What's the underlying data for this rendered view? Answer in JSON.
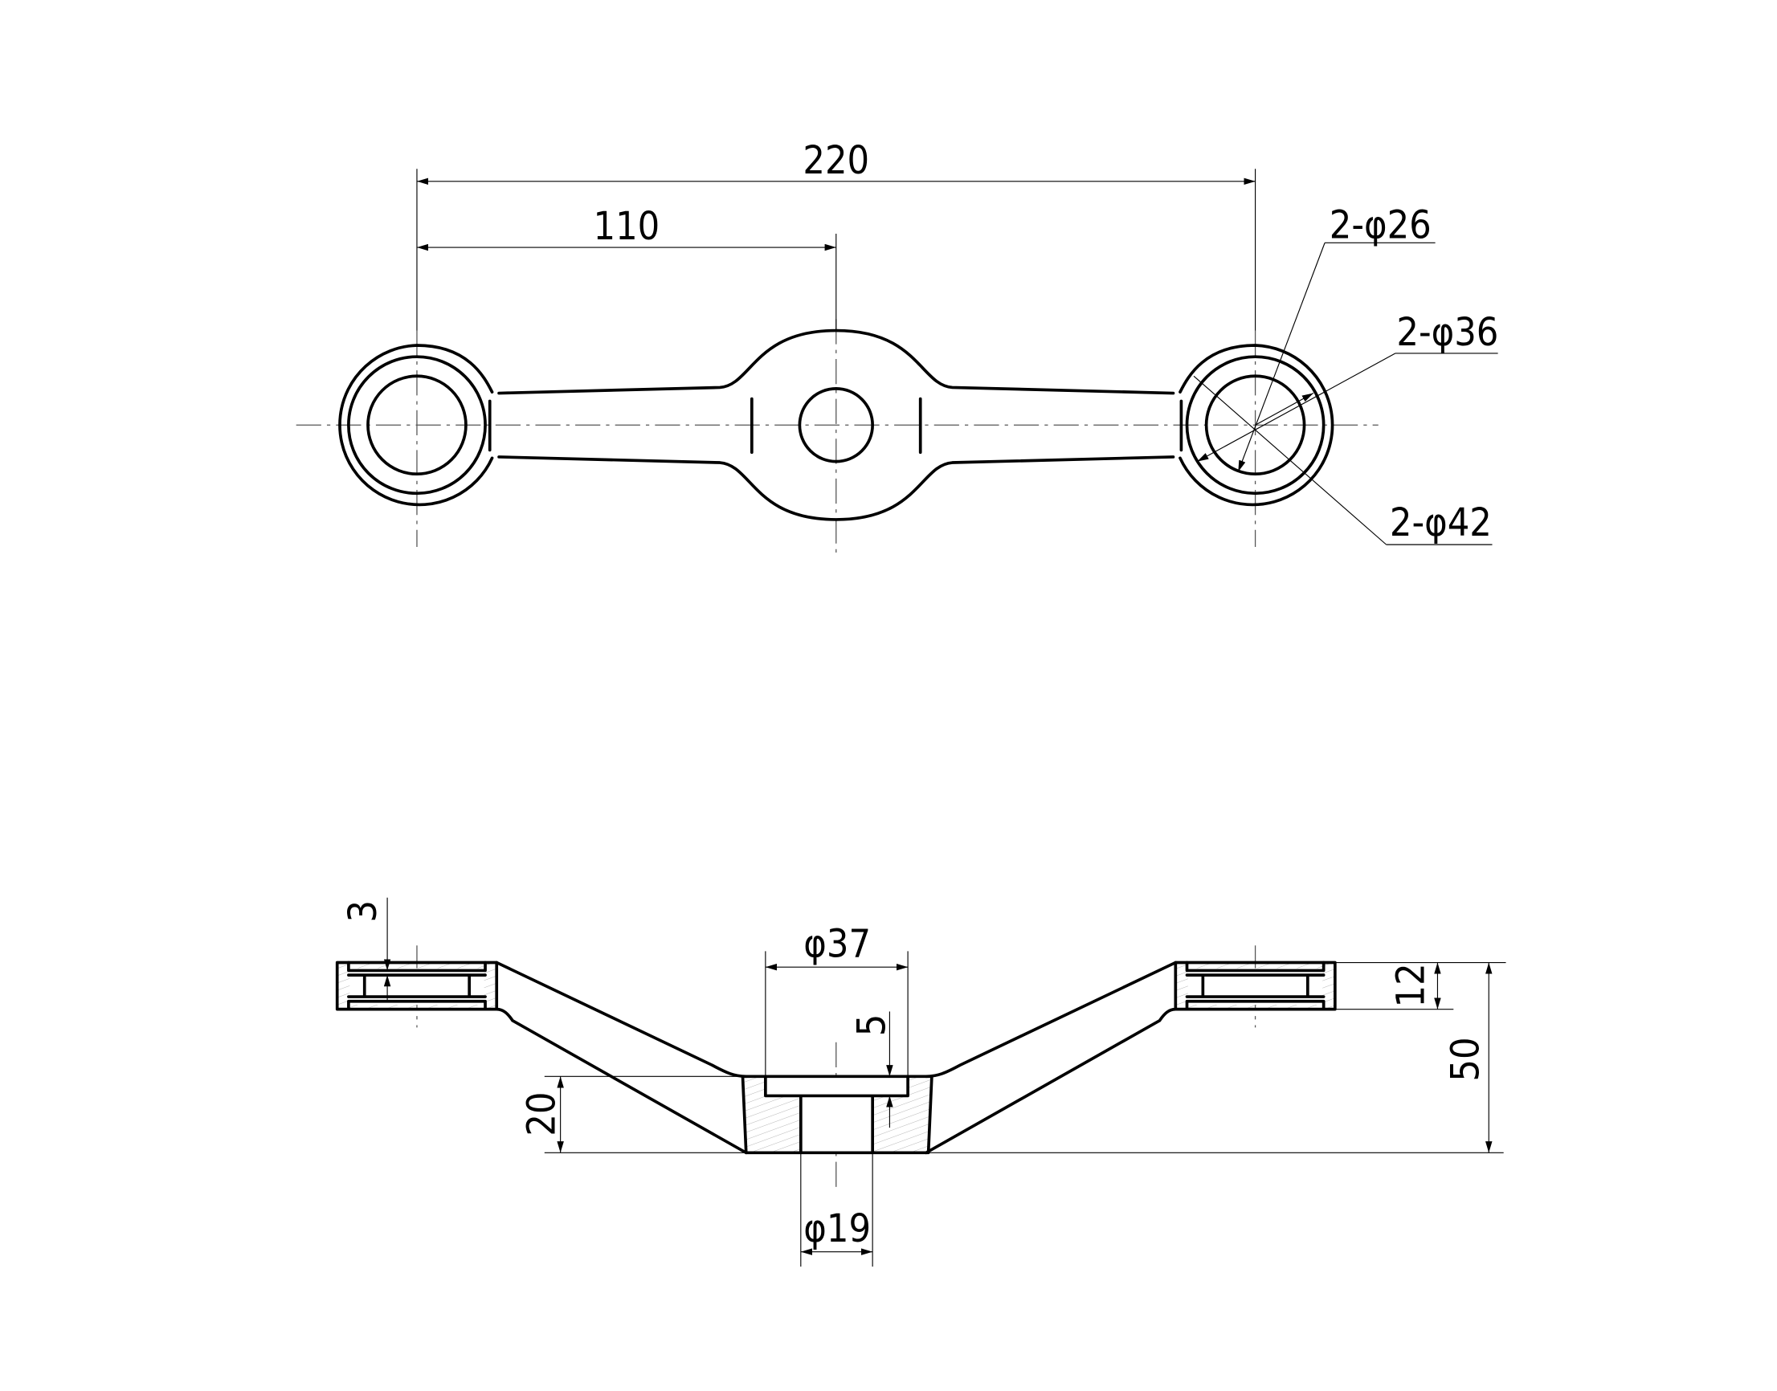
{
  "drawing": {
    "top_view": {
      "dim_overall": "220",
      "dim_half": "110",
      "callout_inner": "2-φ26",
      "callout_middle": "2-φ36",
      "callout_outer": "2-φ42"
    },
    "side_view": {
      "dim_wall": "3",
      "dim_counterbore": "φ37",
      "dim_depth": "5",
      "dim_hub_height": "20",
      "dim_bore": "φ19",
      "dim_flange_height": "12",
      "dim_total_height": "50"
    }
  }
}
